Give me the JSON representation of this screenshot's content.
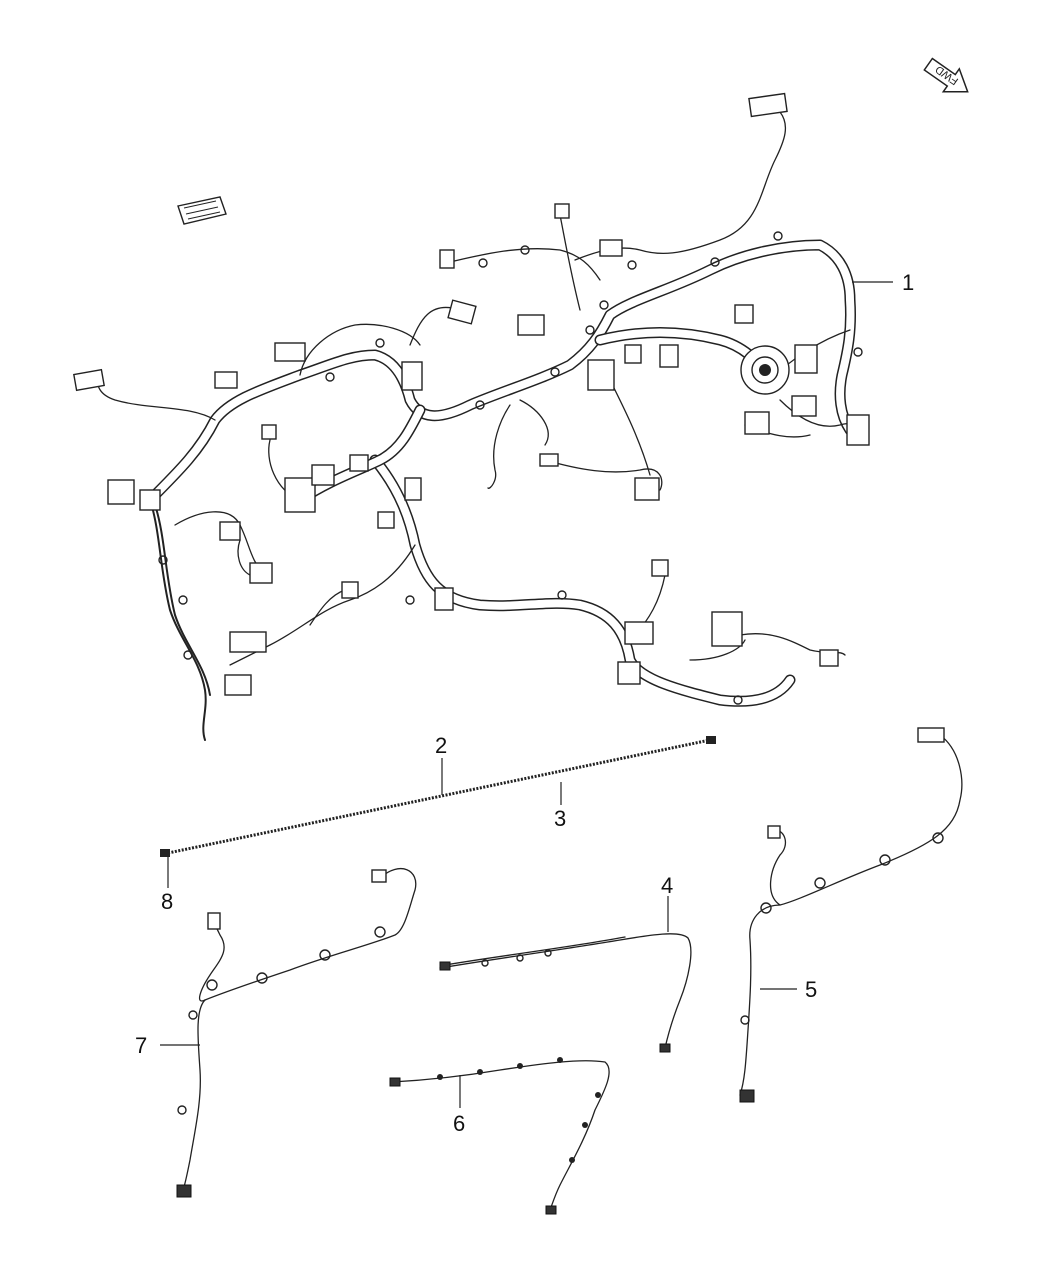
{
  "diagram": {
    "fwd_label": "FWD",
    "callouts": [
      {
        "id": "1",
        "label": "1",
        "part": "main-wiring-harness"
      },
      {
        "id": "2",
        "label": "2",
        "part": "jumper-cable"
      },
      {
        "id": "3",
        "label": "3",
        "part": "jumper-cable-sleeve"
      },
      {
        "id": "4",
        "label": "4",
        "part": "wiring-jumper"
      },
      {
        "id": "5",
        "label": "5",
        "part": "wiring-jumper"
      },
      {
        "id": "6",
        "label": "6",
        "part": "wiring-jumper"
      },
      {
        "id": "7",
        "label": "7",
        "part": "wiring-jumper"
      },
      {
        "id": "8",
        "label": "8",
        "part": "cable-end-connector"
      }
    ]
  }
}
